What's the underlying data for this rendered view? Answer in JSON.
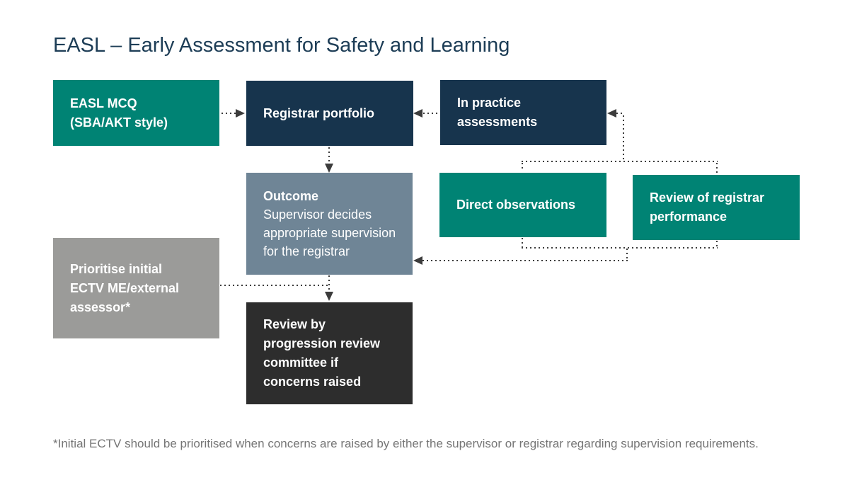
{
  "title": "EASL – Early Assessment for Safety and Learning",
  "boxes": {
    "easl_mcq": {
      "label": "EASL MCQ\n(SBA/AKT style)",
      "color": "#008374"
    },
    "registrar_portfolio": {
      "label": "Registrar portfolio",
      "color": "#17344D"
    },
    "in_practice": {
      "label": "In practice\nassessments",
      "color": "#17344D"
    },
    "outcome": {
      "title": "Outcome",
      "body": "Supervisor decides\nappropriate supervision\nfor the registrar",
      "color": "#6F8596"
    },
    "direct_observations": {
      "label": "Direct observations",
      "color": "#008374"
    },
    "review_performance": {
      "label": "Review of registrar\nperformance",
      "color": "#008374"
    },
    "prioritise_ectv": {
      "label": "Prioritise initial\nECTV ME/external\nassessor*",
      "color": "#9B9B99"
    },
    "progression_review": {
      "label": "Review by\nprogression review\ncommittee if\nconcerns raised",
      "color": "#2D2D2D"
    }
  },
  "footnote": "*Initial ECTV should be prioritised when concerns are raised by either the supervisor or registrar regarding supervision requirements.",
  "colors": {
    "teal": "#008374",
    "navy": "#17344D",
    "slate": "#6F8596",
    "grey": "#9B9B99",
    "charcoal": "#2D2D2D",
    "connector": "#3C3C3C",
    "title_text": "#1D3D56",
    "footnote_text": "#757575",
    "background": "#FFFFFF"
  }
}
